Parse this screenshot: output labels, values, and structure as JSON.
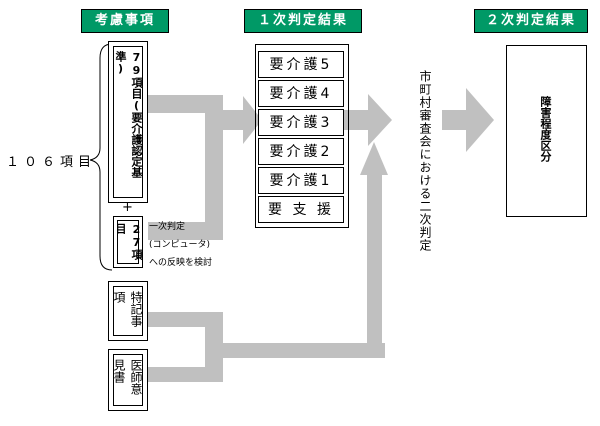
{
  "headers": {
    "factors": "考慮事項",
    "first_judgment": "１次判定結果",
    "second_judgment": "２次判定結果"
  },
  "total_items": "１０６項目",
  "boxes": {
    "basic_79": "79項目(要介護認定基準)",
    "items_27": "27項目",
    "special_notes": "特記事項",
    "doctor_opinion": "医師意見書",
    "disability_class": "障害程度区分"
  },
  "plus_sign": "+",
  "note_lines": [
    "一次判定",
    "(コンピュータ)",
    "への反映を検討"
  ],
  "levels": [
    "要介護5",
    "要介護4",
    "要介護3",
    "要介護2",
    "要介護1",
    "要 支 援"
  ],
  "council_review": "市町村審査会における二次判定",
  "colors": {
    "header_bg": "#009966",
    "arrow": "#c0c0c0"
  }
}
